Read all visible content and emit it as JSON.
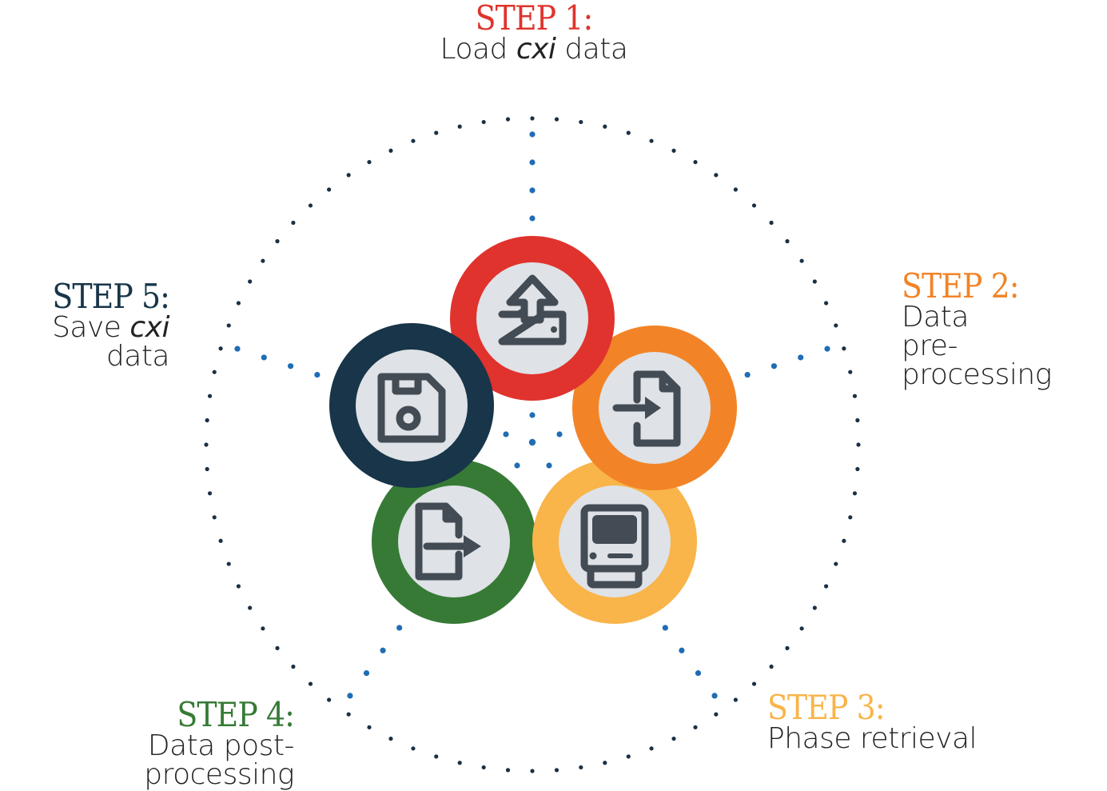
{
  "diagram": {
    "type": "cyclic-workflow",
    "colors": {
      "outer_dots": "#1a3044",
      "spoke_dots": "#1f6db5",
      "icon_fill": "#dfe2e6",
      "icon_stroke": "#434c55"
    },
    "steps": [
      {
        "id": 1,
        "title": "STEP 1:",
        "desc_parts": [
          "Load ",
          "cxi",
          " data"
        ],
        "color": "#e0332d",
        "icon": "upload-tray-icon",
        "label_position": "top"
      },
      {
        "id": 2,
        "title": "STEP 2:",
        "desc_lines": [
          "Data",
          "pre-processing"
        ],
        "color": "#f28427",
        "icon": "file-import-icon",
        "label_position": "right"
      },
      {
        "id": 3,
        "title": "STEP 3:",
        "desc_lines": [
          "Phase retrieval"
        ],
        "color": "#f9b44a",
        "icon": "computer-icon",
        "label_position": "bottom-right"
      },
      {
        "id": 4,
        "title": "STEP 4:",
        "desc_lines": [
          "Data post-processing"
        ],
        "color": "#367a36",
        "icon": "file-export-icon",
        "label_position": "bottom-left"
      },
      {
        "id": 5,
        "title": "STEP 5:",
        "desc_parts": [
          "Save ",
          "cxi"
        ],
        "desc_line2": "data",
        "color": "#183549",
        "icon": "floppy-disk-icon",
        "label_position": "left"
      }
    ]
  }
}
